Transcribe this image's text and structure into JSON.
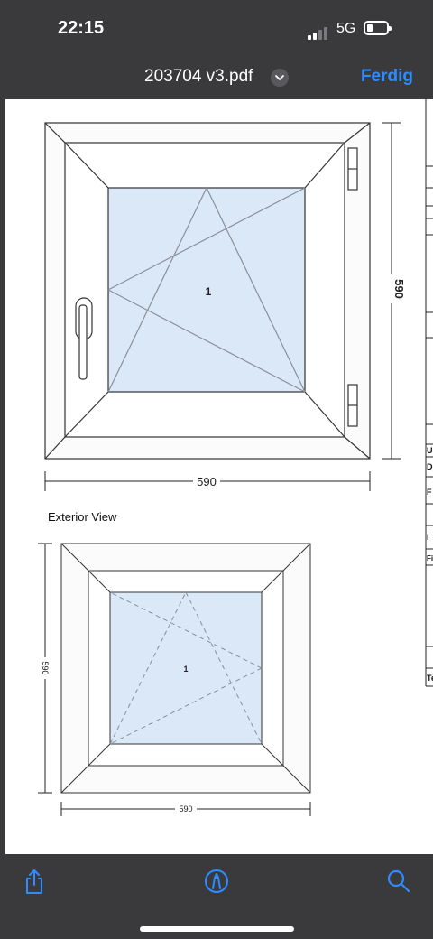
{
  "status": {
    "time": "22:15",
    "network": "5G"
  },
  "header": {
    "title": "203704 v3.pdf",
    "done_label": "Ferdig"
  },
  "drawing": {
    "interior": {
      "width_label": "590",
      "height_label": "590",
      "sash_number": "1"
    },
    "exterior": {
      "caption": "Exterior View",
      "width_label": "590",
      "height_label": "590",
      "sash_number": "1"
    }
  },
  "side_table": {
    "cell_letters": [
      "U",
      "D",
      "F",
      "I",
      "Fi",
      "Te"
    ]
  },
  "icons": {
    "share": "share-icon",
    "markup": "markup-pen-icon",
    "search": "search-icon",
    "chevron": "chevron-down-icon"
  },
  "colors": {
    "accent": "#2f8cff",
    "glass": "#dbe8f7",
    "bar": "#3a3a3c"
  }
}
